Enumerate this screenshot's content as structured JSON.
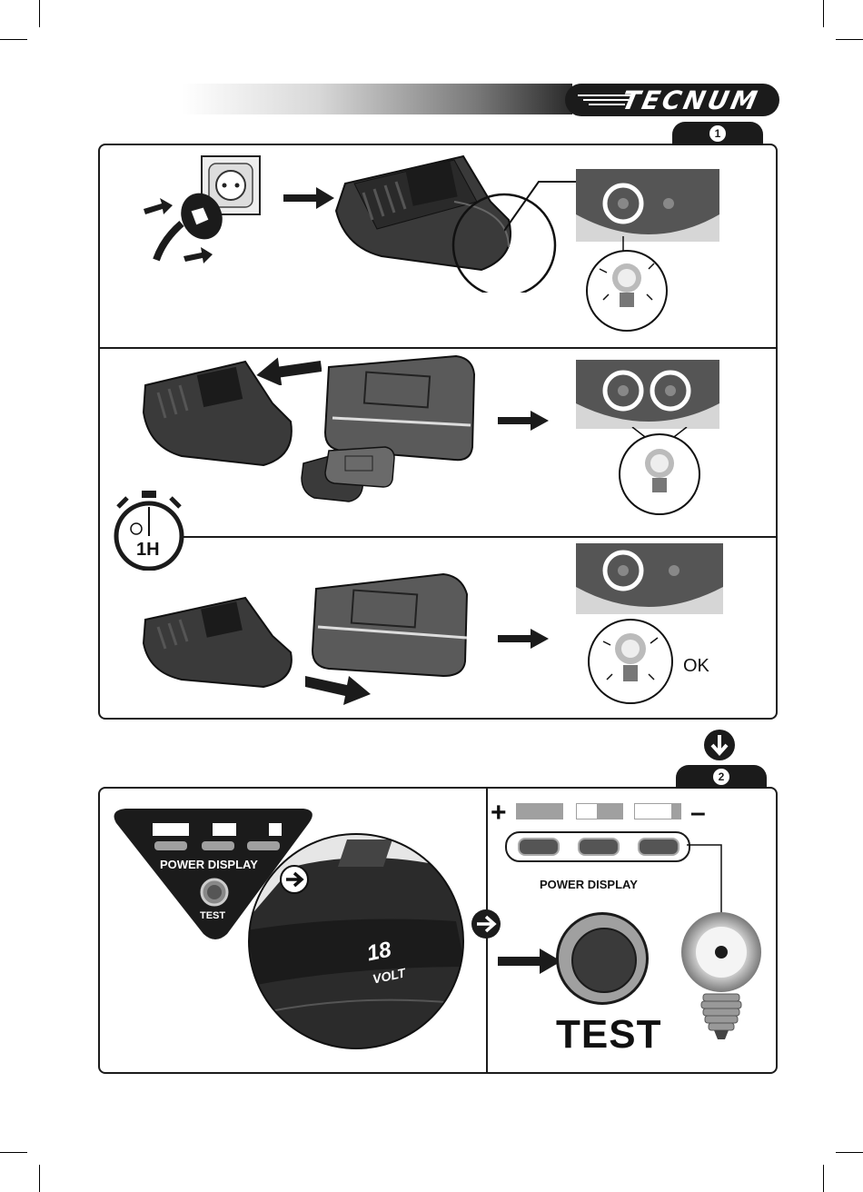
{
  "header": {
    "brand": "TECNUM"
  },
  "section1": {
    "step_number": "1",
    "step3_duration": "1H",
    "ok_label": "OK"
  },
  "down_arrow_icon": "arrow-down-circle-icon",
  "section2": {
    "step_number": "2",
    "panel_power_label": "POWER DISPLAY",
    "panel_test_label": "TEST",
    "battery_voltage": "18",
    "battery_unit": "VOLT",
    "plus_sign": "+",
    "minus_sign": "–",
    "power_display_label": "POWER DISPLAY",
    "test_button_label": "TEST"
  },
  "colors": {
    "dark": "#1b1b1b",
    "charger_body": "#3a3a3a",
    "battery_body": "#5a5a5a",
    "indicator_gray": "#a0a0a0"
  }
}
